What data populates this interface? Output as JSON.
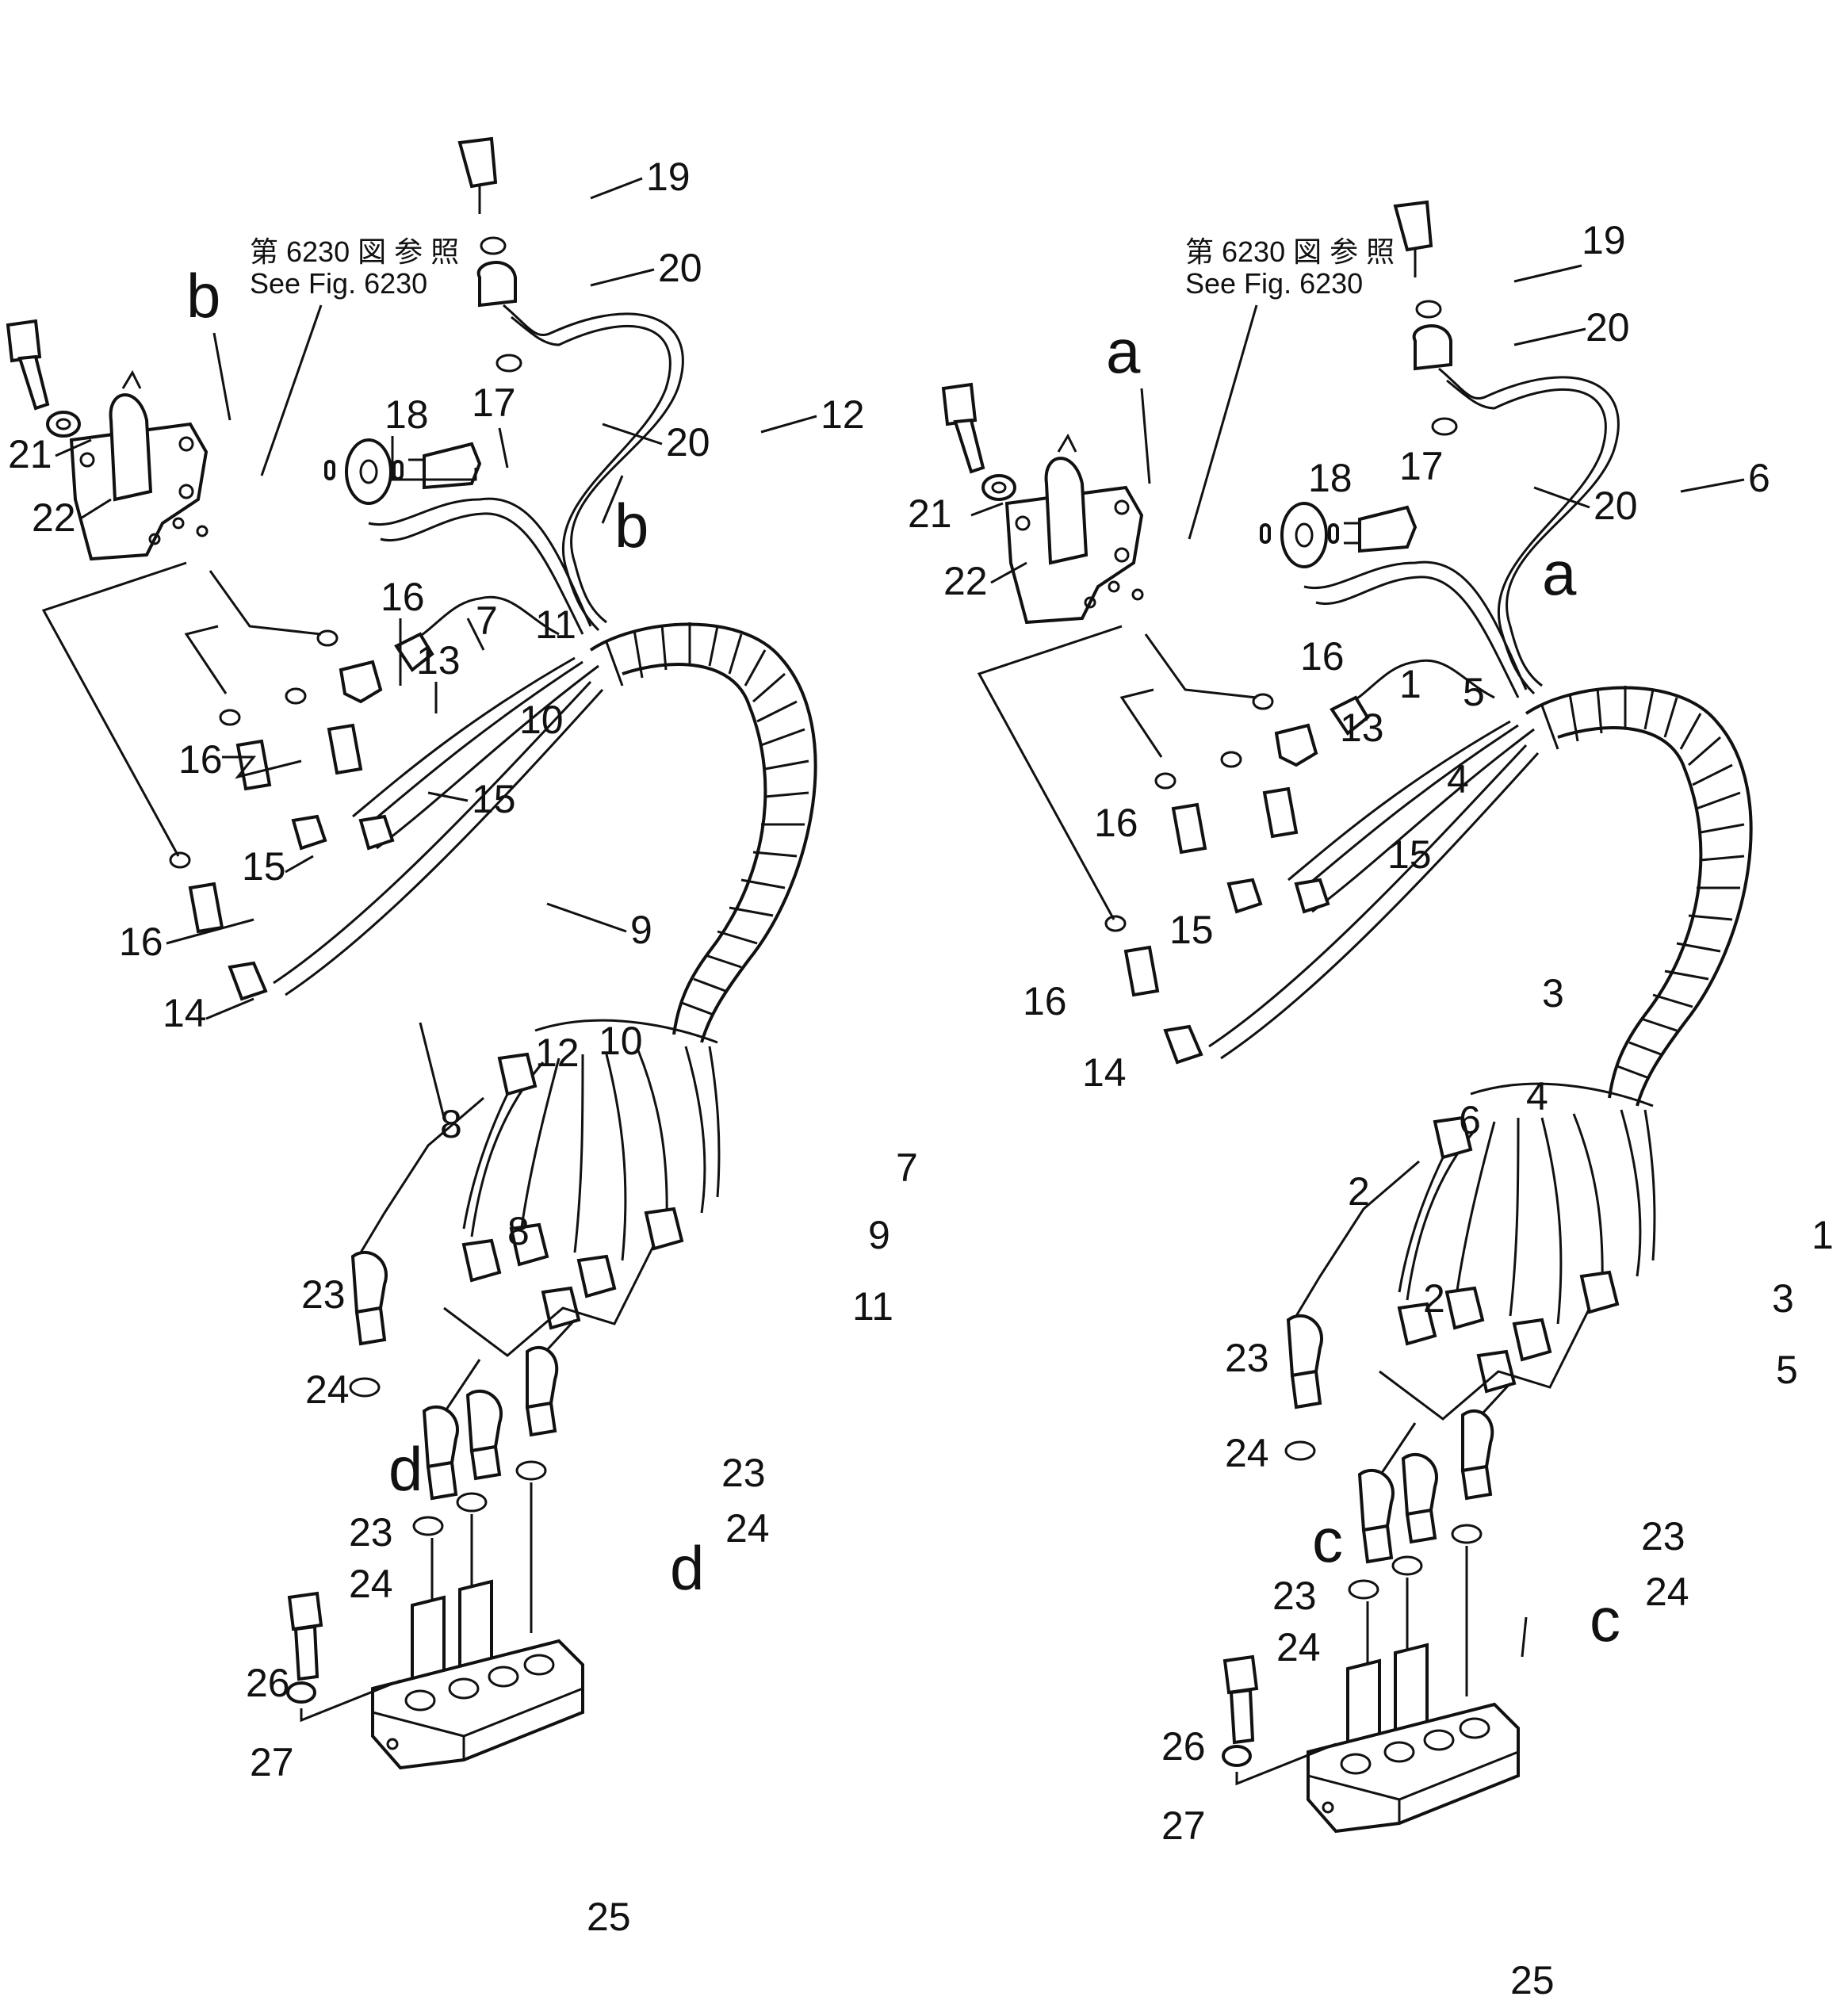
{
  "left": {
    "see_ref_jp": "第 6230 図 参 照",
    "see_ref_en": "See Fig. 6230",
    "view_letter_top": "b",
    "view_letter_bottom": "d",
    "labels": {
      "p19": "19",
      "p20a": "20",
      "p20b": "20",
      "p12": "12",
      "p21": "21",
      "p22": "22",
      "p18": "18",
      "p17": "17",
      "p16a": "16",
      "p13": "13",
      "p7": "7",
      "p11": "11",
      "p10": "10",
      "p16b": "16",
      "p15a": "15",
      "p15b": "15",
      "p16c": "16",
      "p9": "9",
      "p14": "14",
      "p8": "8",
      "p12b": "12",
      "p10b": "10",
      "p7b": "7",
      "p9b": "9",
      "p11b": "11",
      "p8b": "8",
      "p23a": "23",
      "p24a": "24",
      "p23b": "23",
      "p23c": "23",
      "p24b": "24",
      "p24c": "24",
      "p26": "26",
      "p27": "27",
      "p25": "25"
    }
  },
  "right": {
    "see_ref_jp": "第 6230 図 参 照",
    "see_ref_en": "See Fig. 6230",
    "view_letter_top": "a",
    "view_letter_bottom": "c",
    "labels": {
      "p19": "19",
      "p20a": "20",
      "p20b": "20",
      "p6": "6",
      "p21": "21",
      "p22": "22",
      "p18": "18",
      "p17": "17",
      "p16a": "16",
      "p13": "13",
      "p1": "1",
      "p5": "5",
      "p4": "4",
      "p16b": "16",
      "p15a": "15",
      "p15b": "15",
      "p16c": "16",
      "p3": "3",
      "p14": "14",
      "p2": "2",
      "p6b": "6",
      "p4b": "4",
      "p1b": "1",
      "p3b": "3",
      "p5b": "5",
      "p2b": "2",
      "p23a": "23",
      "p24a": "24",
      "p23b": "23",
      "p23c": "23",
      "p24b": "24",
      "p24c": "24",
      "p26": "26",
      "p27": "27",
      "p25": "25"
    }
  }
}
